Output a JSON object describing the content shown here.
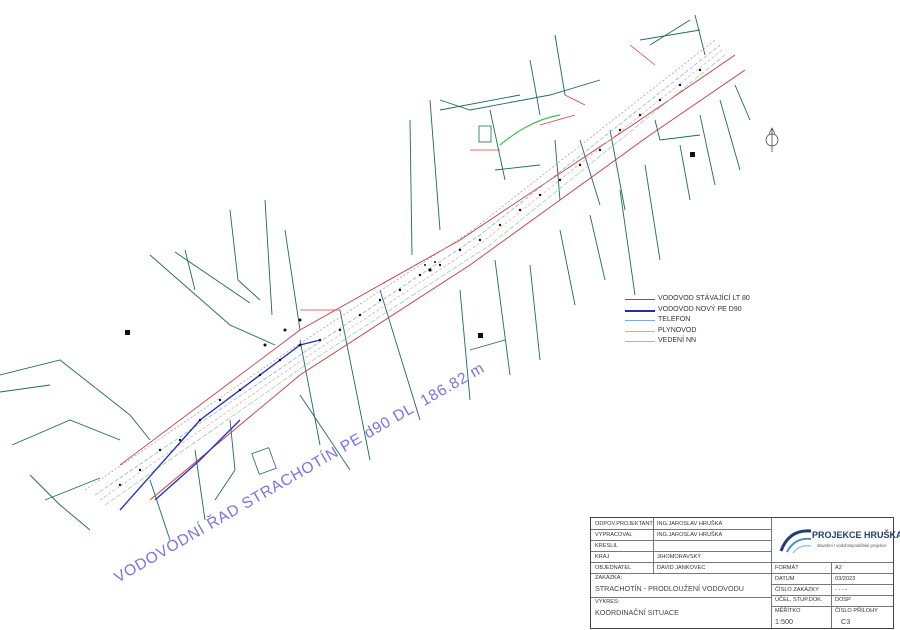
{
  "legend": {
    "items": [
      {
        "label": "VODOVOD  STÁVAJÍCÍ  LT 80",
        "color": "#3a5fd0"
      },
      {
        "label": "VODOVOD  NOVÝ  PE  D90",
        "color": "#1d2ea8"
      },
      {
        "label": "TELEFON",
        "color": "#79a9e6"
      },
      {
        "label": "PLYNOVOD",
        "color": "#e6a3a3"
      },
      {
        "label": "VEDENÍ NN",
        "color": "#8ec9a2"
      }
    ]
  },
  "plan": {
    "pipe_label": "VODOVODNÍ  ŘAD  STRACHOTÍN  PE  d90  DL. 186.82 m",
    "label_color": "#7b72e6",
    "pipe_color": "#2431c9",
    "road_color": "#c63a3a",
    "parcel_color": "#1f6b59",
    "north_symbol": "compass-north-icon"
  },
  "title_block": {
    "odpov_projektant_label": "ODPOV.PROJEKTANT",
    "odpov_projektant_value": "ING.JAROSLAV HRUŠKA",
    "vypracoval_label": "VYPRACOVAL",
    "vypracoval_value": "ING.JAROSLAV HRUŠKA",
    "kreslil_label": "KRESLIL",
    "kraj_label": "KRAJ",
    "kraj_value": "JIHOMORAVSKÝ",
    "objednatel_label": "OBJEDNATEL",
    "objednatel_value": "DAVID  JANKOVEC",
    "zakazka_label": "ZAKÁZKA:",
    "zakazka_value": "STRACHOTÍN  -  PRODLOUŽENÍ  VODOVODU",
    "vykres_label": "VÝKRES:",
    "vykres_value": "KOORDINAČNÍ  SITUACE",
    "format_label": "FORMÁT",
    "format_value": "A2",
    "datum_label": "DATUM",
    "datum_value": "03/2023",
    "cislo_zakazky_label": "ČÍSLO ZAKÁZKY",
    "cislo_zakazky_value": "- - - -",
    "ucel_label": "ÚČEL, STUP.DOK.",
    "ucel_value": "DOSP",
    "meritko_label": "MĚŘÍTKO",
    "meritko_value": "1:500",
    "cislo_prilohy_label": "ČÍSLO PŘÍLOHY",
    "cislo_prilohy_value": "C3",
    "logo_name": "PROJEKCE HRUŠKA",
    "logo_sub": "stavební / vodohospodářské projekce"
  }
}
